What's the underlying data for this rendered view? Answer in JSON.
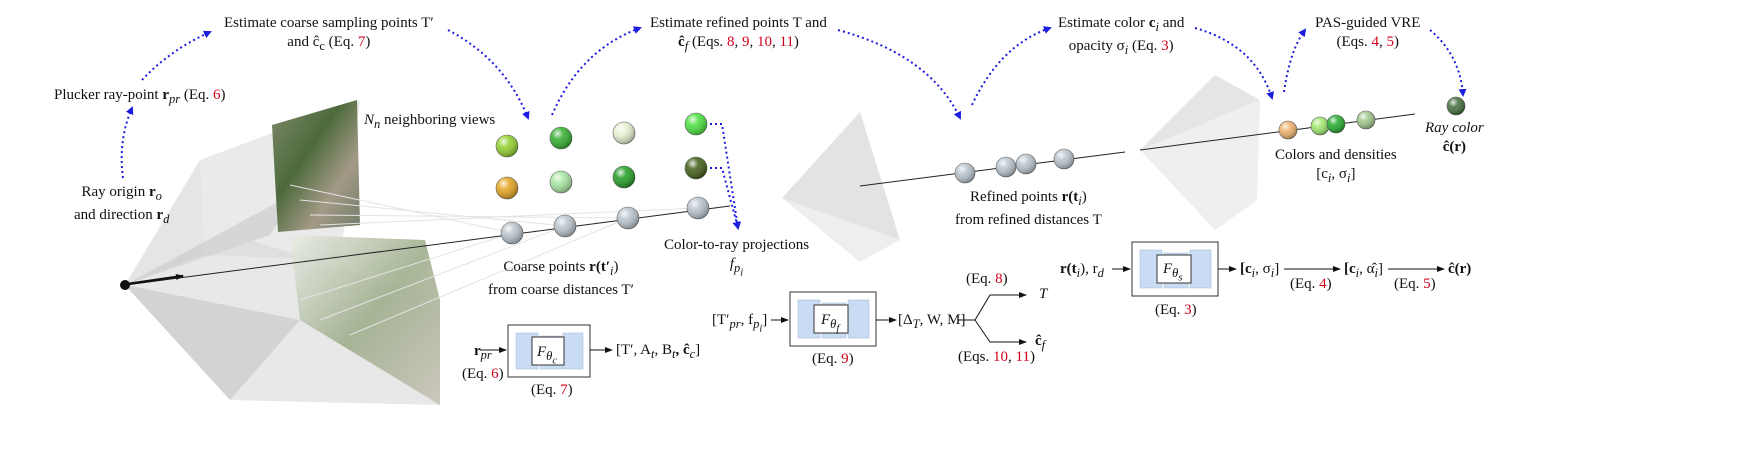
{
  "colors": {
    "arrow_blue": "#1d1de0",
    "ref_red": "#d0021b",
    "network_fill": "#c9dcf3",
    "sphere_gray": "#aab7c2",
    "ray_black": "#222222"
  },
  "steps": {
    "plucker": {
      "text": "Plucker ray-point ",
      "sym": "r",
      "sub": "pr",
      "eq_pre": " (Eq. ",
      "eq": "6",
      "eq_post": ")"
    },
    "coarse": {
      "line1": "Estimate coarse sampling points T′",
      "line2_pre": "and ĉ",
      "line2_sub": "c",
      "eq_pre": " (Eq. ",
      "eq": "7",
      "eq_post": ")"
    },
    "refined": {
      "line1": "Estimate refined points T and",
      "line2_pre": "ĉ",
      "line2_sub": "f",
      "eqs_pre": " (Eqs. ",
      "eqs": [
        "8",
        "9",
        "10",
        "11"
      ],
      "eqs_post": ")"
    },
    "color": {
      "line1_pre": "Estimate color ",
      "line1_sym": "c",
      "line1_sub": "i",
      "line1_post": " and",
      "line2_pre": "opacity σ",
      "line2_sub": "i",
      "eq_pre": " (Eq. ",
      "eq": "3",
      "eq_post": ")"
    },
    "pas": {
      "line1": "PAS-guided VRE",
      "eqs_pre": "(Eqs. ",
      "eqs": [
        "4",
        "5"
      ],
      "eqs_post": ")"
    }
  },
  "labels": {
    "ray_origin_l1": "Ray origin ",
    "ray_origin_sym": "r",
    "ray_origin_sub": "o",
    "ray_origin_l2": "and direction ",
    "ray_dir_sym": "r",
    "ray_dir_sub": "d",
    "neighbor": "neighboring views",
    "neighbor_sym": "N",
    "neighbor_sub": "n",
    "coarse_points_l1": "Coarse points ",
    "coarse_points_sym": "r(t′",
    "coarse_points_sub": "i",
    "coarse_points_close": ")",
    "coarse_points_l2": "from coarse distances T′",
    "color_to_ray": "Color-to-ray projections",
    "fp": "f",
    "fp_sub": "p",
    "fp_subsub": "i",
    "refined_points_l1": "Refined points ",
    "refined_points_sym": "r(t",
    "refined_points_sub": "i",
    "refined_points_close": ")",
    "refined_points_l2": "from refined distances T",
    "colors_densities_l1": "Colors and densities",
    "colors_densities_l2": "[c",
    "colors_densities_l2b": "i",
    "colors_densities_l2c": ", σ",
    "colors_densities_l2d": "i",
    "colors_densities_l2e": "]",
    "ray_color_l1": "Ray color",
    "ray_color_l2": "ĉ(r)"
  },
  "networks": {
    "c": {
      "input": "r",
      "input_sub": "pr",
      "eq_in_pre": "(Eq. ",
      "eq_in": "6",
      "eq_in_post": ")",
      "name": "F",
      "name_sub": "θ",
      "name_subsub": "c",
      "output": "[T′, A",
      "output_sub": "t",
      "output_2": ", B",
      "output_sub2": "t",
      "output_3": ", ĉ",
      "output_sub3": "c",
      "output_4": "]",
      "caption_pre": "(Eq. ",
      "caption_eq": "7",
      "caption_post": ")"
    },
    "f": {
      "input": "[T′",
      "input_sub": "pr",
      "input_2": ", f",
      "input_sub2": "p",
      "input_subsub2": "i",
      "input_3": "]",
      "name": "F",
      "name_sub": "θ",
      "name_subsub": "f",
      "output": "[Δ",
      "output_sub": "T",
      "output_2": ", W, M]",
      "caption_pre": "(Eq. ",
      "caption_eq": "9",
      "caption_post": ")",
      "branch_top_eq_pre": "(Eq. ",
      "branch_top_eq": "8",
      "branch_top_eq_post": ")",
      "branch_top_out": "T",
      "branch_bot_out": "ĉ",
      "branch_bot_sub": "f",
      "branch_bot_eq_pre": "(Eqs. ",
      "branch_bot_eqs": [
        "10",
        "11"
      ],
      "branch_bot_eq_post": ")"
    },
    "s": {
      "input": "r(t",
      "input_sub": "i",
      "input_2": "), r",
      "input_sub2": "d",
      "name": "F",
      "name_sub": "θ",
      "name_subsub": "s",
      "out1": "[c",
      "out1_sub": "i",
      "out1_2": ", σ",
      "out1_sub2": "i",
      "out1_3": "]",
      "arrow1_eq_pre": "(Eq. ",
      "arrow1_eq": "4",
      "arrow1_eq_post": ")",
      "out2": "[c",
      "out2_sub": "i",
      "out2_2": ", α̂",
      "out2_sub2": "i",
      "out2_3": "]",
      "arrow2_eq_pre": "(Eq. ",
      "arrow2_eq": "5",
      "arrow2_eq_post": ")",
      "out3": "ĉ(r)",
      "caption_pre": "(Eq. ",
      "caption_eq": "3",
      "caption_post": ")"
    }
  },
  "spheres": {
    "coarse_grid_colors": [
      [
        "#8fcf2a",
        "#2fae2a",
        "#e6f2cf",
        "#46e03a"
      ],
      [
        "#e3a21a",
        "#a6e6a0",
        "#1f9b1f",
        "#3f5a12"
      ]
    ],
    "coarse_ray_color": "#b8c3cc",
    "refined_color": "#b8c3cc",
    "density_colors": [
      "#f0b06a",
      "#9ee86a",
      "#1faa2a",
      "#9fc68a"
    ],
    "ray_color_sphere": "#3f6b3a"
  }
}
